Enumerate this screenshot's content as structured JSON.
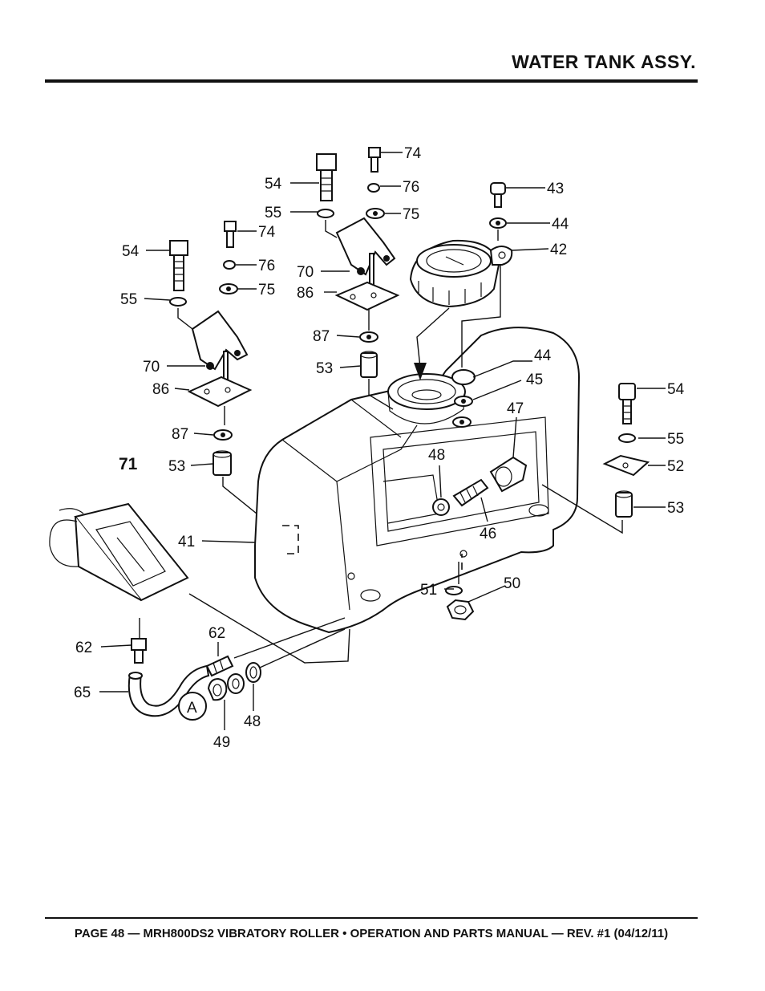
{
  "header": {
    "title": "WATER TANK ASSY."
  },
  "footer": {
    "text": "PAGE 48 — MRH800DS2 VIBRATORY ROLLER • OPERATION AND PARTS MANUAL — REV. #1 (04/12/11)"
  },
  "diagram": {
    "callouts": [
      {
        "id": "c74a",
        "text": "74"
      },
      {
        "id": "c76a",
        "text": "76"
      },
      {
        "id": "c54a",
        "text": "54"
      },
      {
        "id": "c55a",
        "text": "55"
      },
      {
        "id": "c75a",
        "text": "75"
      },
      {
        "id": "c43",
        "text": "43"
      },
      {
        "id": "c44a",
        "text": "44"
      },
      {
        "id": "c42",
        "text": "42"
      },
      {
        "id": "c74b",
        "text": "74"
      },
      {
        "id": "c54b",
        "text": "54"
      },
      {
        "id": "c76b",
        "text": "76"
      },
      {
        "id": "c70a",
        "text": "70"
      },
      {
        "id": "c86a",
        "text": "86"
      },
      {
        "id": "c75b",
        "text": "75"
      },
      {
        "id": "c55b",
        "text": "55"
      },
      {
        "id": "c87a",
        "text": "87"
      },
      {
        "id": "c53a",
        "text": "53"
      },
      {
        "id": "c44b",
        "text": "44"
      },
      {
        "id": "c45",
        "text": "45"
      },
      {
        "id": "c70b",
        "text": "70"
      },
      {
        "id": "c86b",
        "text": "86"
      },
      {
        "id": "c47",
        "text": "47"
      },
      {
        "id": "c54c",
        "text": "54"
      },
      {
        "id": "c87b",
        "text": "87"
      },
      {
        "id": "c48a",
        "text": "48"
      },
      {
        "id": "c55c",
        "text": "55"
      },
      {
        "id": "c71",
        "text": "71"
      },
      {
        "id": "c53b",
        "text": "53"
      },
      {
        "id": "c52",
        "text": "52"
      },
      {
        "id": "c53c",
        "text": "53"
      },
      {
        "id": "c41",
        "text": "41"
      },
      {
        "id": "c46",
        "text": "46"
      },
      {
        "id": "c50",
        "text": "50"
      },
      {
        "id": "c51",
        "text": "51"
      },
      {
        "id": "c62a",
        "text": "62"
      },
      {
        "id": "c62b",
        "text": "62"
      },
      {
        "id": "c65",
        "text": "65"
      },
      {
        "id": "cA",
        "text": "A"
      },
      {
        "id": "c48b",
        "text": "48"
      },
      {
        "id": "c49",
        "text": "49"
      }
    ]
  }
}
